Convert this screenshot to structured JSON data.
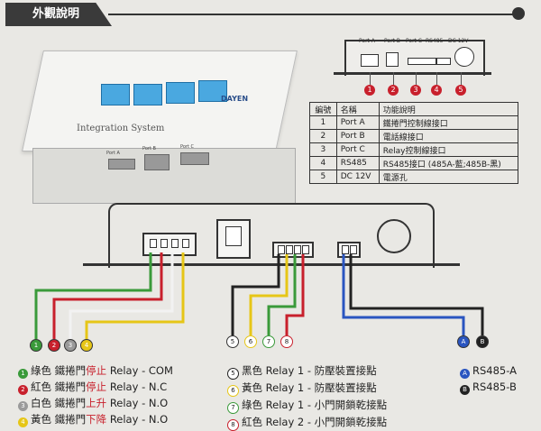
{
  "header": {
    "title": "外觀說明"
  },
  "device": {
    "label": "Integration System",
    "brand": "DAYEN",
    "buttons": [
      "",
      "",
      "",
      ""
    ],
    "port_labels": [
      "Port A",
      "Port B",
      "Port C"
    ]
  },
  "ports": {
    "labels": [
      "Port A",
      "Port B",
      "Port C",
      "RS485",
      "DC 12V"
    ],
    "numbers": [
      "1",
      "2",
      "3",
      "4",
      "5"
    ]
  },
  "table": {
    "headers": [
      "編號",
      "名稱",
      "功能說明"
    ],
    "rows": [
      [
        "1",
        "Port A",
        "鐵捲門控制線接口"
      ],
      [
        "2",
        "Port B",
        "電話線接口"
      ],
      [
        "3",
        "Port C",
        "Relay控制線接口"
      ],
      [
        "4",
        "RS485",
        "RS485接口 (485A-藍;485B-黑)"
      ],
      [
        "5",
        "DC 12V",
        "電源孔"
      ]
    ]
  },
  "wires": {
    "group1": [
      "1",
      "2",
      "3",
      "4"
    ],
    "group2": [
      "5",
      "6",
      "7",
      "8"
    ],
    "group3": [
      "A",
      "B"
    ]
  },
  "legend": {
    "left": [
      {
        "num": "1",
        "color_name": "綠色",
        "device": "鐵捲門",
        "action": "停止",
        "relay": "Relay - COM"
      },
      {
        "num": "2",
        "color_name": "紅色",
        "device": "鐵捲門",
        "action": "停止",
        "relay": "Relay - N.C"
      },
      {
        "num": "3",
        "color_name": "白色",
        "device": "鐵捲門",
        "action": "上升",
        "relay": "Relay - N.O"
      },
      {
        "num": "4",
        "color_name": "黃色",
        "device": "鐵捲門",
        "action": "下降",
        "relay": "Relay - N.O"
      }
    ],
    "mid": [
      {
        "num": "5",
        "text": "黑色 Relay 1 - 防壓裝置接點"
      },
      {
        "num": "6",
        "text": "黃色 Relay 1 - 防壓裝置接點"
      },
      {
        "num": "7",
        "text": "綠色 Relay 1 - 小門開鎖乾接點"
      },
      {
        "num": "8",
        "text": "紅色 Relay 2 - 小門開鎖乾接點"
      }
    ],
    "right": [
      {
        "num": "A",
        "text": "RS485-A"
      },
      {
        "num": "B",
        "text": "RS485-B"
      }
    ]
  },
  "colors": {
    "green": "#3a9a3a",
    "red": "#c8202c",
    "white": "#f2f2f2",
    "yellow": "#e6c617",
    "black": "#222222",
    "blue": "#2a55c0",
    "gray": "#9a9a9a"
  }
}
